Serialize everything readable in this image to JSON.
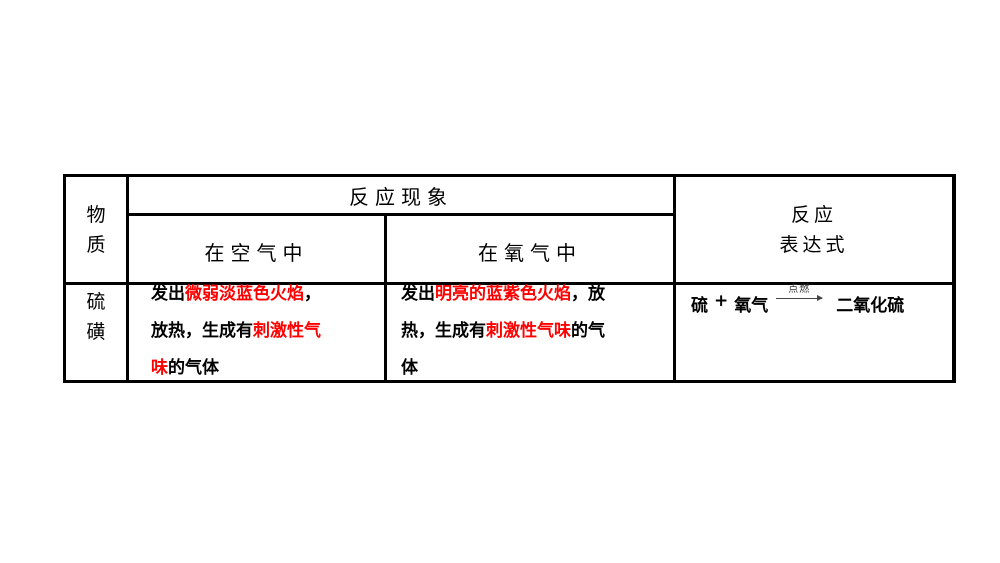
{
  "table": {
    "headers": {
      "substance": [
        "物",
        "质"
      ],
      "phenomenon": "反应现象",
      "in_air": "在空气中",
      "in_oxygen": "在氧气中",
      "expression": [
        "反应",
        "表达式"
      ]
    },
    "rows": [
      {
        "substance": [
          "硫",
          "磺"
        ],
        "in_air": {
          "segments": [
            {
              "text": "发出",
              "color": "#000000"
            },
            {
              "text": "微弱淡蓝色火焰",
              "color": "#ff0000"
            },
            {
              "text": "，",
              "color": "#000000"
            },
            {
              "text": "放热，生成有",
              "color": "#000000"
            },
            {
              "text": "刺激性气",
              "color": "#ff0000"
            },
            {
              "text": "味",
              "color": "#ff0000"
            },
            {
              "text": "的气体",
              "color": "#000000"
            }
          ],
          "lines": [
            [
              "发出",
              "微弱淡蓝色火焰",
              "，"
            ],
            [
              "放热，生成有",
              "刺激性气"
            ],
            [
              "味",
              "的气体"
            ]
          ]
        },
        "in_oxygen": {
          "lines": [
            [
              "发出",
              "明亮的蓝紫色火焰",
              "，放"
            ],
            [
              "热，生成有",
              "刺激性气味",
              "的气"
            ],
            [
              "体"
            ]
          ]
        },
        "expression": {
          "reactant1": "硫",
          "plus": "+",
          "reactant2": "氧气",
          "condition": "点燃",
          "product": "二氧化硫"
        }
      }
    ]
  },
  "colors": {
    "highlight": "#ff0000",
    "text": "#000000",
    "border": "#000000"
  }
}
